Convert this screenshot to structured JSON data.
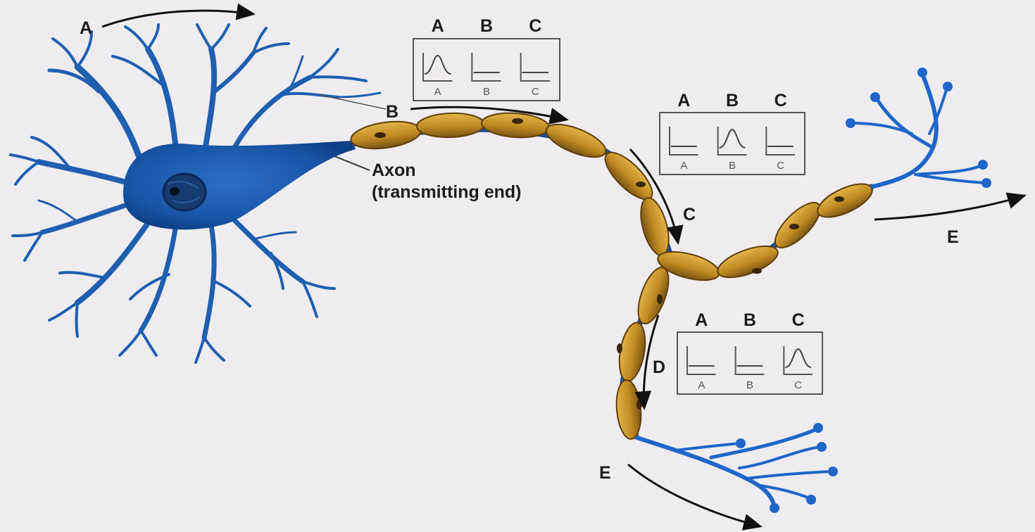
{
  "colors": {
    "background": "#efecef",
    "neuron_blue": "#1f5fb0",
    "neuron_dark": "#0d3f86",
    "myelin": "#c8962a",
    "myelin_dark": "#6e4a10",
    "text": "#1c1c1c"
  },
  "labels": {
    "A": "A",
    "B": "B",
    "C": "C",
    "D": "D",
    "E1": "E",
    "E2": "E",
    "axon_line1": "Axon",
    "axon_line2": "(transmitting end)"
  },
  "panels": [
    {
      "headers": [
        "A",
        "B",
        "C"
      ],
      "sublabels": [
        "A",
        "B",
        "C"
      ],
      "active": "A"
    },
    {
      "headers": [
        "A",
        "B",
        "C"
      ],
      "sublabels": [
        "A",
        "B",
        "C"
      ],
      "active": "B"
    },
    {
      "headers": [
        "A",
        "B",
        "C"
      ],
      "sublabels": [
        "A",
        "B",
        "C"
      ],
      "active": "C"
    }
  ]
}
